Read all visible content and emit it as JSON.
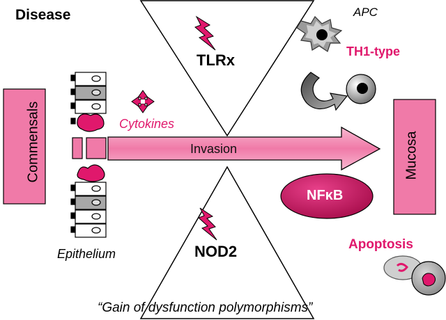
{
  "title": "Disease",
  "labels": {
    "apc": "APC",
    "th1": "TH1-type",
    "tlr": "TLRx",
    "nod": "NOD2",
    "cytokines": "Cytokines",
    "invasion": "Invasion",
    "commensals": "Commensals",
    "mucosa": "Mucosa",
    "nfkb": "NFκB",
    "epithelium": "Epithelium",
    "apoptosis": "Apoptosis"
  },
  "caption": "“Gain of dysfunction polymorphisms”",
  "colors": {
    "accent": "#e0186c",
    "pink_fill": "#f07aa8",
    "nfkb": "#c8145e",
    "gray": "#a8a8a8"
  },
  "icons": [
    "lightning-icon",
    "cytokine-cross-icon",
    "apc-cell-icon",
    "t-cell-icon",
    "curved-arrow-icon",
    "apoptotic-cell-icon"
  ]
}
